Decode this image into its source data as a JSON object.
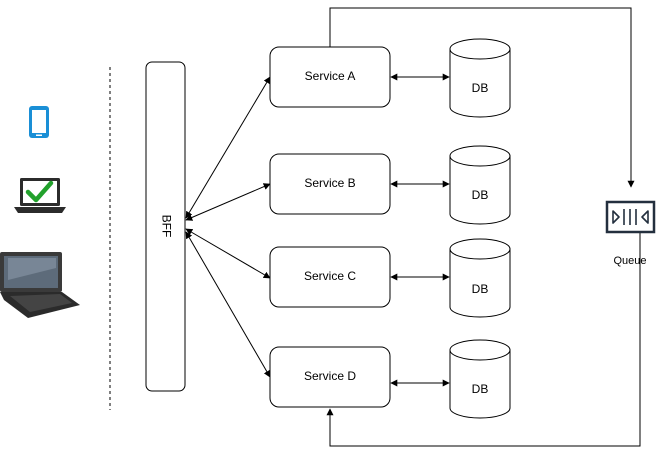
{
  "bff": {
    "label": "BFF"
  },
  "services": [
    {
      "label": "Service A",
      "db_label": "DB"
    },
    {
      "label": "Service B",
      "db_label": "DB"
    },
    {
      "label": "Service C",
      "db_label": "DB"
    },
    {
      "label": "Service D",
      "db_label": "DB"
    }
  ],
  "queue": {
    "label": "Queue",
    "icon": "queue-icon"
  },
  "clients": [
    {
      "icon": "smartphone-icon",
      "color": "#1a8fd6"
    },
    {
      "icon": "laptop-checkmark-icon",
      "color": "#2e7d32"
    },
    {
      "icon": "laptop-icon",
      "color": "#333333"
    }
  ],
  "colors": {
    "line": "#000000",
    "accent_check": "#22a12c",
    "phone_blue": "#1a8fd6"
  }
}
